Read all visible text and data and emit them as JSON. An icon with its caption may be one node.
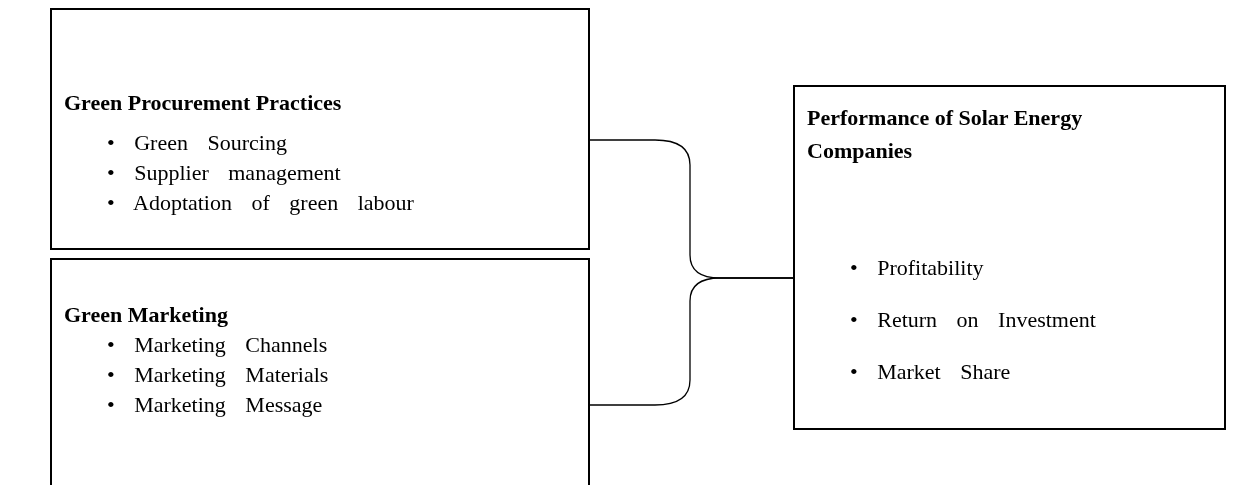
{
  "diagram": {
    "nodes": [
      {
        "text": [
          "Green Procurement Practices",
          "• Green Sourcing",
          "• Supplier management",
          "• Adoptation of green labour"
        ]
      },
      {
        "text": [
          "Green Marketing",
          "• Marketing Channels",
          "• Marketing Materials",
          "• Marketing Message"
        ]
      },
      {
        "text": [
          "Performance of Solar Energy Companies",
          "• Profitability",
          "• Return on Investment",
          "• Market Share"
        ]
      }
    ],
    "edges": [
      {
        "from": 0,
        "to": 2,
        "arrow": "none"
      },
      {
        "from": 1,
        "to": 2,
        "arrow": "none"
      }
    ]
  }
}
